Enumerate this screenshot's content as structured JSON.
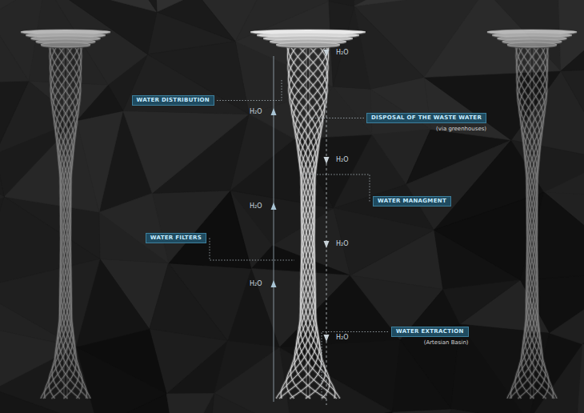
{
  "diagram": {
    "nodes": [
      {
        "text": [
          "WATER DISTRIBUTION"
        ]
      },
      {
        "text": [
          "DISPOSAL OF THE WASTE WATER",
          "(via greenhouses)"
        ]
      },
      {
        "text": [
          "WATER MANAGMENT"
        ]
      },
      {
        "text": [
          "WATER FILTERS"
        ]
      },
      {
        "text": [
          "WATER EXTRACTION",
          "(Artesian Basin)"
        ]
      }
    ],
    "labels": [
      "H₂O",
      "H₂O",
      "H₂O",
      "H₂O",
      "H₂O",
      "H₂O",
      "H₂O"
    ]
  }
}
